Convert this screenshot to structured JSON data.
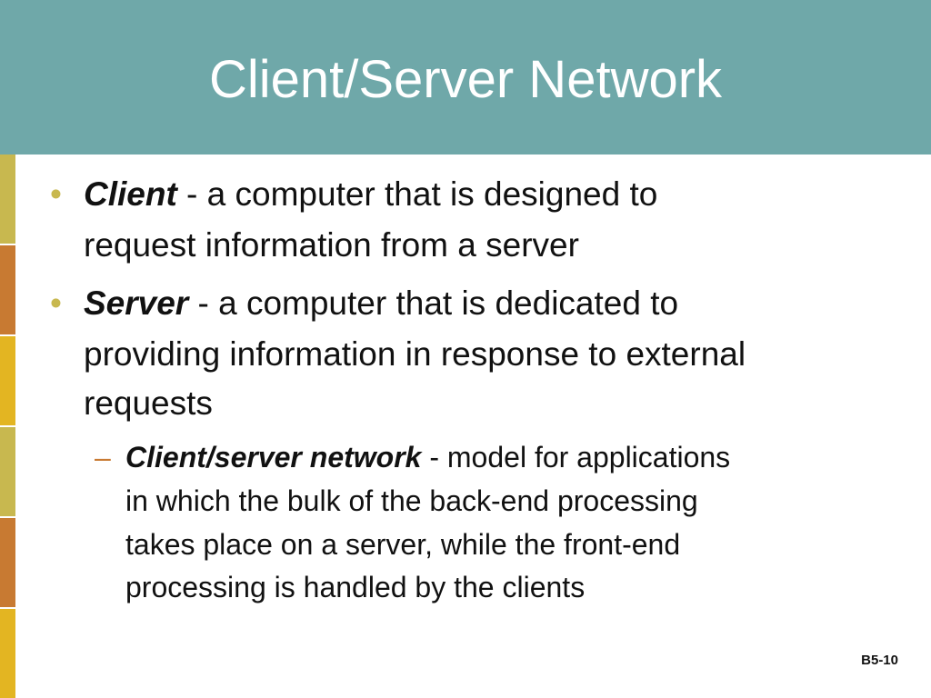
{
  "slide": {
    "title": "Client/Server Network",
    "colors": {
      "title_bar": "#6fa8a9",
      "strip": [
        "#c8b84f",
        "#c87a32",
        "#e3b522",
        "#c8b84f",
        "#c87a32",
        "#e3b522"
      ],
      "bullet": "#c8b84f",
      "dash": "#c87a32"
    },
    "bullets": [
      {
        "symbol": "•",
        "term": "Client",
        "line1": " - a computer that is designed to",
        "line2": "request information from a server"
      },
      {
        "symbol": "•",
        "term": "Server",
        "line1": " - a computer that is dedicated to",
        "line2": "providing information in response to external",
        "line3": "requests"
      }
    ],
    "sub_bullet": {
      "symbol": "–",
      "term": "Client/server network",
      "line1": " - model for applications",
      "line2": "in which the bulk of the back-end processing",
      "line3": "takes place on a server, while the front-end",
      "line4": "processing is handled by the clients"
    },
    "page_number": "B5-10"
  }
}
